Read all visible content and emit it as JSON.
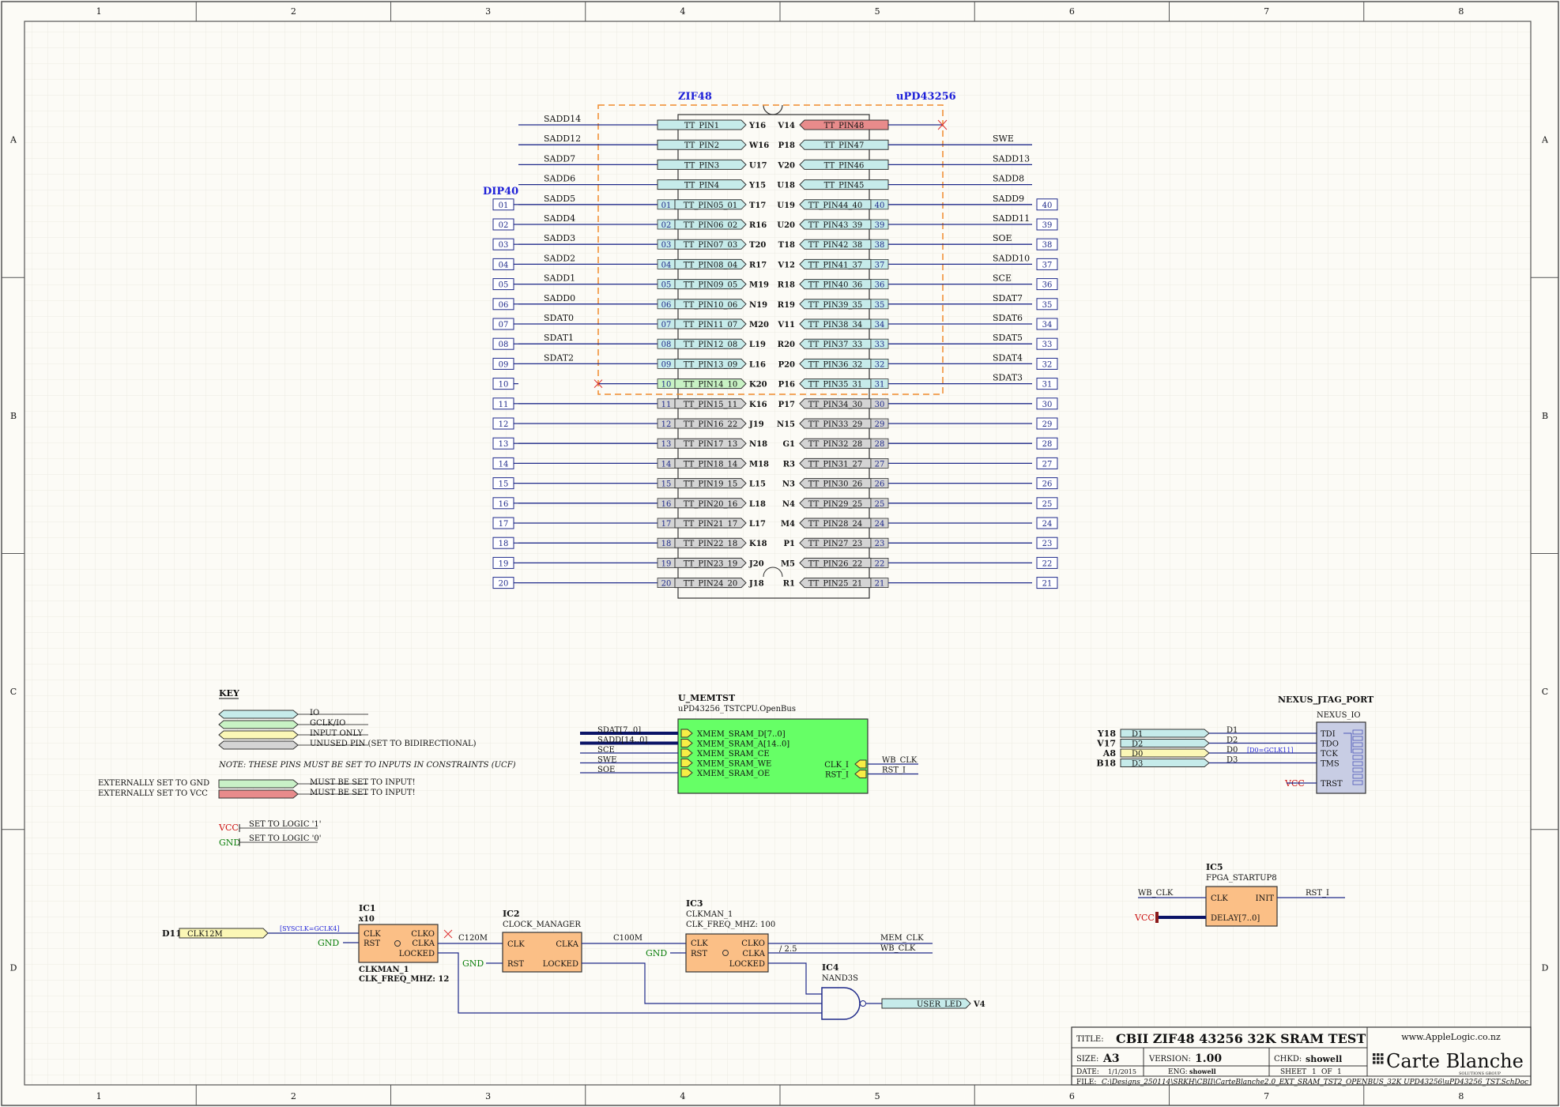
{
  "border": {
    "cols": [
      "1",
      "2",
      "3",
      "4",
      "5",
      "6",
      "7",
      "8"
    ],
    "rows": [
      "A",
      "B",
      "C",
      "D"
    ]
  },
  "colors": {
    "wire": "#1f2a8a",
    "io": "#c6ebea",
    "gclk": "#c8f2c4",
    "input_only": "#fbf7b6",
    "unused": "#d4d4d4",
    "ext_gnd": "#c9f1c7",
    "ext_vcc": "#e88b8b",
    "opnbus": "#66ff66",
    "clk_block": "#fbbf86",
    "jtag": "#c8cde4",
    "label_blue": "#1d1fd8",
    "vcc_red": "#cc1111",
    "gnd_green": "#0b7f0b",
    "orange_dash": "#f08a2c"
  },
  "zif": {
    "title_left": "ZIF48",
    "title_right": "uPD43256",
    "dip_title": "DIP40",
    "left": [
      {
        "net": "SADD14",
        "dip": "",
        "port": "TT_PIN1",
        "fpga": "Y16",
        "kind": "io"
      },
      {
        "net": "SADD12",
        "dip": "",
        "port": "TT_PIN2",
        "fpga": "W16",
        "kind": "io"
      },
      {
        "net": "SADD7",
        "dip": "",
        "port": "TT_PIN3",
        "fpga": "U17",
        "kind": "io"
      },
      {
        "net": "SADD6",
        "dip": "",
        "port": "TT_PIN4",
        "fpga": "Y15",
        "kind": "io"
      },
      {
        "net": "SADD5",
        "dip": "01",
        "port": "TT_PIN05_01",
        "fpga": "T17",
        "kind": "io"
      },
      {
        "net": "SADD4",
        "dip": "02",
        "port": "TT_PIN06_02",
        "fpga": "R16",
        "kind": "io"
      },
      {
        "net": "SADD3",
        "dip": "03",
        "port": "TT_PIN07_03",
        "fpga": "T20",
        "kind": "io"
      },
      {
        "net": "SADD2",
        "dip": "04",
        "port": "TT_PIN08_04",
        "fpga": "R17",
        "kind": "io"
      },
      {
        "net": "SADD1",
        "dip": "05",
        "port": "TT_PIN09_05",
        "fpga": "M19",
        "kind": "io"
      },
      {
        "net": "SADD0",
        "dip": "06",
        "port": "TT_PIN10_06",
        "fpga": "N19",
        "kind": "io"
      },
      {
        "net": "SDAT0",
        "dip": "07",
        "port": "TT_PIN11_07",
        "fpga": "M20",
        "kind": "io"
      },
      {
        "net": "SDAT1",
        "dip": "08",
        "port": "TT_PIN12_08",
        "fpga": "L19",
        "kind": "io"
      },
      {
        "net": "SDAT2",
        "dip": "09",
        "port": "TT_PIN13_09",
        "fpga": "L16",
        "kind": "io"
      },
      {
        "net": "",
        "dip": "10",
        "port": "TT_PIN14_10",
        "fpga": "K20",
        "kind": "gclk"
      },
      {
        "net": "",
        "dip": "11",
        "port": "TT_PIN15_11",
        "fpga": "K16",
        "kind": "unused"
      },
      {
        "net": "",
        "dip": "12",
        "port": "TT_PIN16_22",
        "fpga": "J19",
        "kind": "unused"
      },
      {
        "net": "",
        "dip": "13",
        "port": "TT_PIN17_13",
        "fpga": "N18",
        "kind": "unused"
      },
      {
        "net": "",
        "dip": "14",
        "port": "TT_PIN18_14",
        "fpga": "M18",
        "kind": "unused"
      },
      {
        "net": "",
        "dip": "15",
        "port": "TT_PIN19_15",
        "fpga": "L15",
        "kind": "unused"
      },
      {
        "net": "",
        "dip": "16",
        "port": "TT_PIN20_16",
        "fpga": "L18",
        "kind": "unused"
      },
      {
        "net": "",
        "dip": "17",
        "port": "TT_PIN21_17",
        "fpga": "L17",
        "kind": "unused"
      },
      {
        "net": "",
        "dip": "18",
        "port": "TT_PIN22_18",
        "fpga": "K18",
        "kind": "unused"
      },
      {
        "net": "",
        "dip": "19",
        "port": "TT_PIN23_19",
        "fpga": "J20",
        "kind": "unused"
      },
      {
        "net": "",
        "dip": "20",
        "port": "TT_PIN24_20",
        "fpga": "J18",
        "kind": "unused"
      }
    ],
    "right": [
      {
        "net": "",
        "dip": "",
        "port": "TT_PIN48",
        "fpga": "V14",
        "kind": "vcc"
      },
      {
        "net": "SWE",
        "dip": "",
        "port": "TT_PIN47",
        "fpga": "P18",
        "kind": "io"
      },
      {
        "net": "SADD13",
        "dip": "",
        "port": "TT_PIN46",
        "fpga": "V20",
        "kind": "io"
      },
      {
        "net": "SADD8",
        "dip": "",
        "port": "TT_PIN45",
        "fpga": "U18",
        "kind": "io"
      },
      {
        "net": "SADD9",
        "dip": "40",
        "port": "TT_PIN44_40",
        "fpga": "U19",
        "kind": "io"
      },
      {
        "net": "SADD11",
        "dip": "39",
        "port": "TT_PIN43_39",
        "fpga": "U20",
        "kind": "io"
      },
      {
        "net": "SOE",
        "dip": "38",
        "port": "TT_PIN42_38",
        "fpga": "T18",
        "kind": "io"
      },
      {
        "net": "SADD10",
        "dip": "37",
        "port": "TT_PIN41_37",
        "fpga": "V12",
        "kind": "io"
      },
      {
        "net": "SCE",
        "dip": "36",
        "port": "TT_PIN40_36",
        "fpga": "R18",
        "kind": "io"
      },
      {
        "net": "SDAT7",
        "dip": "35",
        "port": "TT_PIN39_35",
        "fpga": "R19",
        "kind": "io"
      },
      {
        "net": "SDAT6",
        "dip": "34",
        "port": "TT_PIN38_34",
        "fpga": "V11",
        "kind": "io"
      },
      {
        "net": "SDAT5",
        "dip": "33",
        "port": "TT_PIN37_33",
        "fpga": "R20",
        "kind": "io"
      },
      {
        "net": "SDAT4",
        "dip": "32",
        "port": "TT_PIN36_32",
        "fpga": "P20",
        "kind": "io"
      },
      {
        "net": "SDAT3",
        "dip": "31",
        "port": "TT_PIN35_31",
        "fpga": "P16",
        "kind": "io"
      },
      {
        "net": "",
        "dip": "30",
        "port": "TT_PIN34_30",
        "fpga": "P17",
        "kind": "unused"
      },
      {
        "net": "",
        "dip": "29",
        "port": "TT_PIN33_29",
        "fpga": "N15",
        "kind": "unused"
      },
      {
        "net": "",
        "dip": "28",
        "port": "TT_PIN32_28",
        "fpga": "G1",
        "kind": "unused"
      },
      {
        "net": "",
        "dip": "27",
        "port": "TT_PIN31_27",
        "fpga": "R3",
        "kind": "unused"
      },
      {
        "net": "",
        "dip": "26",
        "port": "TT_PIN30_26",
        "fpga": "N3",
        "kind": "unused"
      },
      {
        "net": "",
        "dip": "25",
        "port": "TT_PIN29_25",
        "fpga": "N4",
        "kind": "unused"
      },
      {
        "net": "",
        "dip": "24",
        "port": "TT_PIN28_24",
        "fpga": "M4",
        "kind": "unused"
      },
      {
        "net": "",
        "dip": "23",
        "port": "TT_PIN27_23",
        "fpga": "P1",
        "kind": "unused"
      },
      {
        "net": "",
        "dip": "22",
        "port": "TT_PIN26_22",
        "fpga": "M5",
        "kind": "unused"
      },
      {
        "net": "",
        "dip": "21",
        "port": "TT_PIN25_21",
        "fpga": "R1",
        "kind": "unused"
      }
    ]
  },
  "key": {
    "title": "KEY",
    "items": [
      {
        "label": "IO",
        "kind": "io"
      },
      {
        "label": "GCLK/IO",
        "kind": "gclk"
      },
      {
        "label": "INPUT ONLY",
        "kind": "input_only"
      },
      {
        "label": "UNUSED PIN (SET TO BIDIRECTIONAL)",
        "kind": "unused"
      }
    ],
    "note": "NOTE: THESE PINS MUST BE SET TO INPUTS IN CONSTRAINTS (UCF)",
    "ext": [
      {
        "left": "EXTERNALLY SET TO GND",
        "right": "MUST BE SET TO INPUT!",
        "kind": "ext_gnd"
      },
      {
        "left": "EXTERNALLY SET TO VCC",
        "right": "MUST BE SET TO INPUT!",
        "kind": "ext_vcc"
      }
    ],
    "vcc_label": "VCC",
    "vcc_text": "SET TO LOGIC '1'",
    "gnd_label": "GND",
    "gnd_text": "SET TO LOGIC '0'"
  },
  "memtst": {
    "ref": "U_MEMTST",
    "type": "uPD43256_TSTCPU.OpenBus",
    "inputs": [
      "XMEM_SRAM_D[7..0]",
      "XMEM_SRAM_A[14..0]",
      "XMEM_SRAM_CE",
      "XMEM_SRAM_WE",
      "XMEM_SRAM_OE"
    ],
    "nets": [
      "SDAT[7..0]",
      "SADD[14..0]",
      "SCE",
      "SWE",
      "SOE"
    ],
    "outputs": [
      "CLK_I",
      "RST_I"
    ],
    "out_nets": [
      "WB_CLK",
      "RST_I"
    ]
  },
  "jtag": {
    "ref": "NEXUS_JTAG_PORT",
    "type": "NEXUS_IO",
    "pins": [
      {
        "fpga": "Y18",
        "port": "D1",
        "net": "D1",
        "sig": "TDI",
        "kind": "io"
      },
      {
        "fpga": "V17",
        "port": "D2",
        "net": "D2",
        "sig": "TDO",
        "kind": "io"
      },
      {
        "fpga": "A8",
        "port": "D0",
        "net": "D0",
        "sig": "TCK",
        "kind": "input_only"
      },
      {
        "fpga": "B18",
        "port": "D3",
        "net": "D3",
        "sig": "TMS",
        "kind": "io"
      }
    ],
    "note": "[D0=GCLK11]",
    "trst": "TRST",
    "vcc": "VCC"
  },
  "clocks": {
    "d11": "D11",
    "clk12m": "CLK12M",
    "sysclk_note": "[SYSCLK=GCLK4]",
    "gnd": "GND",
    "ic1": {
      "ref": "IC1",
      "mult": "x10",
      "name": "CLKMAN_1",
      "param": "CLK_FREQ_MHZ: 12",
      "pins_in": [
        "CLK",
        "RST"
      ],
      "pins_out": [
        "CLKO",
        "CLKA",
        "LOCKED"
      ]
    },
    "c120m": "C120M",
    "ic2": {
      "ref": "IC2",
      "type": "CLOCK_MANAGER",
      "pins_in": [
        "CLK",
        "RST"
      ],
      "pins_out": [
        "CLKA",
        "LOCKED"
      ]
    },
    "c100m": "C100M",
    "ic3": {
      "ref": "IC3",
      "name": "CLKMAN_1",
      "param": "CLK_FREQ_MHZ: 100",
      "pins_in": [
        "CLK",
        "RST"
      ],
      "pins_out": [
        "CLKO",
        "CLKA",
        "LOCKED"
      ]
    },
    "div": "/ 2.5",
    "mem_clk": "MEM_CLK",
    "wb_clk": "WB_CLK",
    "ic4": {
      "ref": "IC4",
      "type": "NAND3S"
    },
    "user_led": "USER_LED",
    "v4": "V4",
    "ic5": {
      "ref": "IC5",
      "type": "FPGA_STARTUP8",
      "pins_in": [
        "CLK",
        "DELAY[7..0]"
      ],
      "pins_out": [
        "INIT"
      ]
    },
    "ic5_in": "WB_CLK",
    "ic5_out": "RST_I",
    "ic5_vcc": "VCC"
  },
  "title_block": {
    "title_label": "TITLE:",
    "title": "CBII ZIF48 43256 32K SRAM TEST",
    "size_label": "SIZE:",
    "size": "A3",
    "version_label": "VERSION:",
    "version": "1.00",
    "chkd_label": "CHKD:",
    "chkd": "showell",
    "date_label": "DATE:",
    "date": "1/1/2015",
    "eng_label": "ENG:",
    "eng": "showell",
    "sheet_label": "SHEET",
    "sheet": "1",
    "of_label": "OF",
    "of": "1",
    "file_label": "FILE:",
    "file": "C:\\Designs_250114\\SRKH\\CBII\\CarteBlanche2.0_EXT_SRAM_TST2_OPENBUS_32K UPD43256\\uPD43256_TST.SchDoc",
    "logo_top": "www.AppleLogic.co.nz",
    "logo_main": "Carte Blanche",
    "logo_sub": "SOLUTIONS GROUP"
  }
}
